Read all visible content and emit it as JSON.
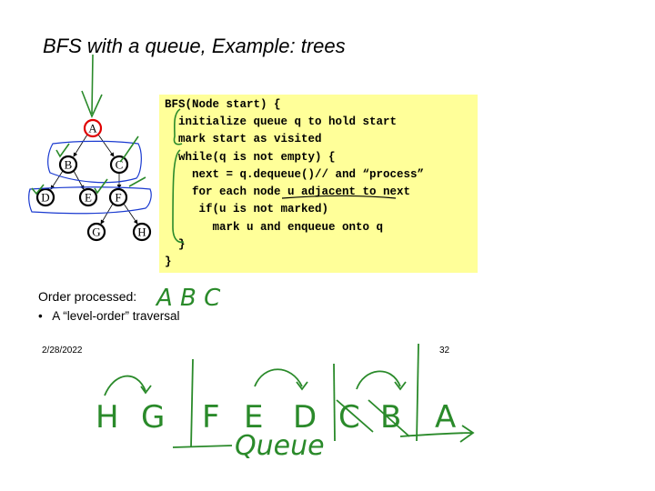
{
  "slide": {
    "title": "BFS with a queue, Example: trees",
    "code_lines": [
      "BFS(Node start) {",
      "  initialize queue q to hold start",
      "  mark start as visited",
      "  while(q is not empty) {",
      "    next = q.dequeue()// and “process”",
      "    for each node u adjacent to next",
      "     if(u is not marked)",
      "       mark u and enqueue onto q",
      "  }",
      "}"
    ],
    "order_label": "Order processed:",
    "bullet": "•   A “level-order” traversal",
    "date": "2/28/2022",
    "page_number": "32"
  },
  "tree": {
    "nodes": [
      "A",
      "B",
      "C",
      "D",
      "E",
      "F",
      "G",
      "H"
    ],
    "start_color": "#e00000"
  },
  "annotations": {
    "order_written": "A B C",
    "queue_letters": [
      "H",
      "G",
      "F",
      "E",
      "D",
      "C",
      "B",
      "A"
    ],
    "queue_label": "Queue",
    "ink_green": "#2a8a2a",
    "ink_blue": "#1a3ad0"
  }
}
